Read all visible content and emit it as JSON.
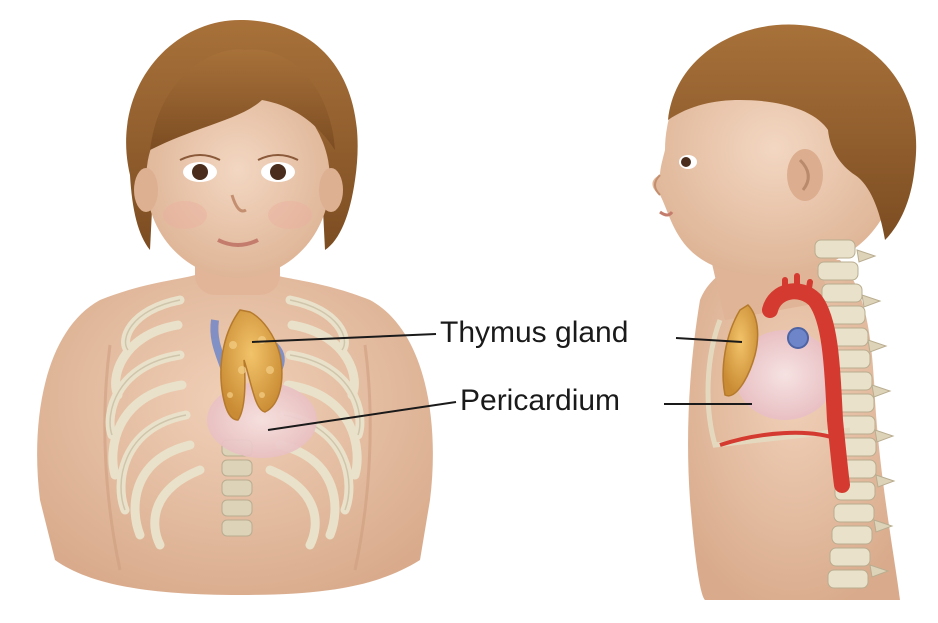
{
  "labels": {
    "thymus": "Thymus gland",
    "pericardium": "Pericardium"
  },
  "colors": {
    "skin": "#e8c2a6",
    "skin_shadow": "#d6a98a",
    "hair": "#9a6532",
    "hair_dark": "#6f4520",
    "rib": "#e9e1c9",
    "thymus": "#e0a64a",
    "pericardium": "#f1d3d3",
    "aorta": "#d43a2f",
    "vein": "#6e86c9",
    "leader_line": "#1a1a1a"
  },
  "figures": [
    {
      "view": "front",
      "icon": "child-front-view-icon"
    },
    {
      "view": "side",
      "icon": "child-side-view-icon"
    }
  ]
}
